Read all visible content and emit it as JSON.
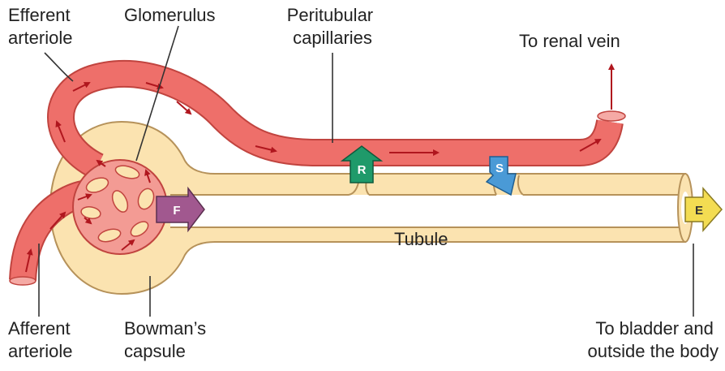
{
  "labels": {
    "efferent_arteriole": [
      "Efferent",
      "arteriole"
    ],
    "glomerulus": "Glomerulus",
    "peritubular_capillaries": [
      "Peritubular",
      "capillaries"
    ],
    "to_renal_vein": "To renal vein",
    "afferent_arteriole": [
      "Afferent",
      "arteriole"
    ],
    "bowmans_capsule": [
      "Bowman’s",
      "capsule"
    ],
    "tubule": "Tubule",
    "to_bladder": [
      "To bladder and",
      "outside the body"
    ]
  },
  "processes": {
    "filtration": "F",
    "reabsorption": "R",
    "secretion": "S",
    "excretion": "E"
  },
  "colors": {
    "vessel": "#ee6f6a",
    "vessel_outline": "#c1443f",
    "vessel_arrow": "#b0161e",
    "tubule": "#fbe3b0",
    "tubule_outline": "#b6925a",
    "glomerulus": "#f39b94",
    "filtration": "#a1588f",
    "reabsorption": "#1f9a6a",
    "secretion": "#4a9ad6",
    "excretion": "#f3dc52"
  }
}
